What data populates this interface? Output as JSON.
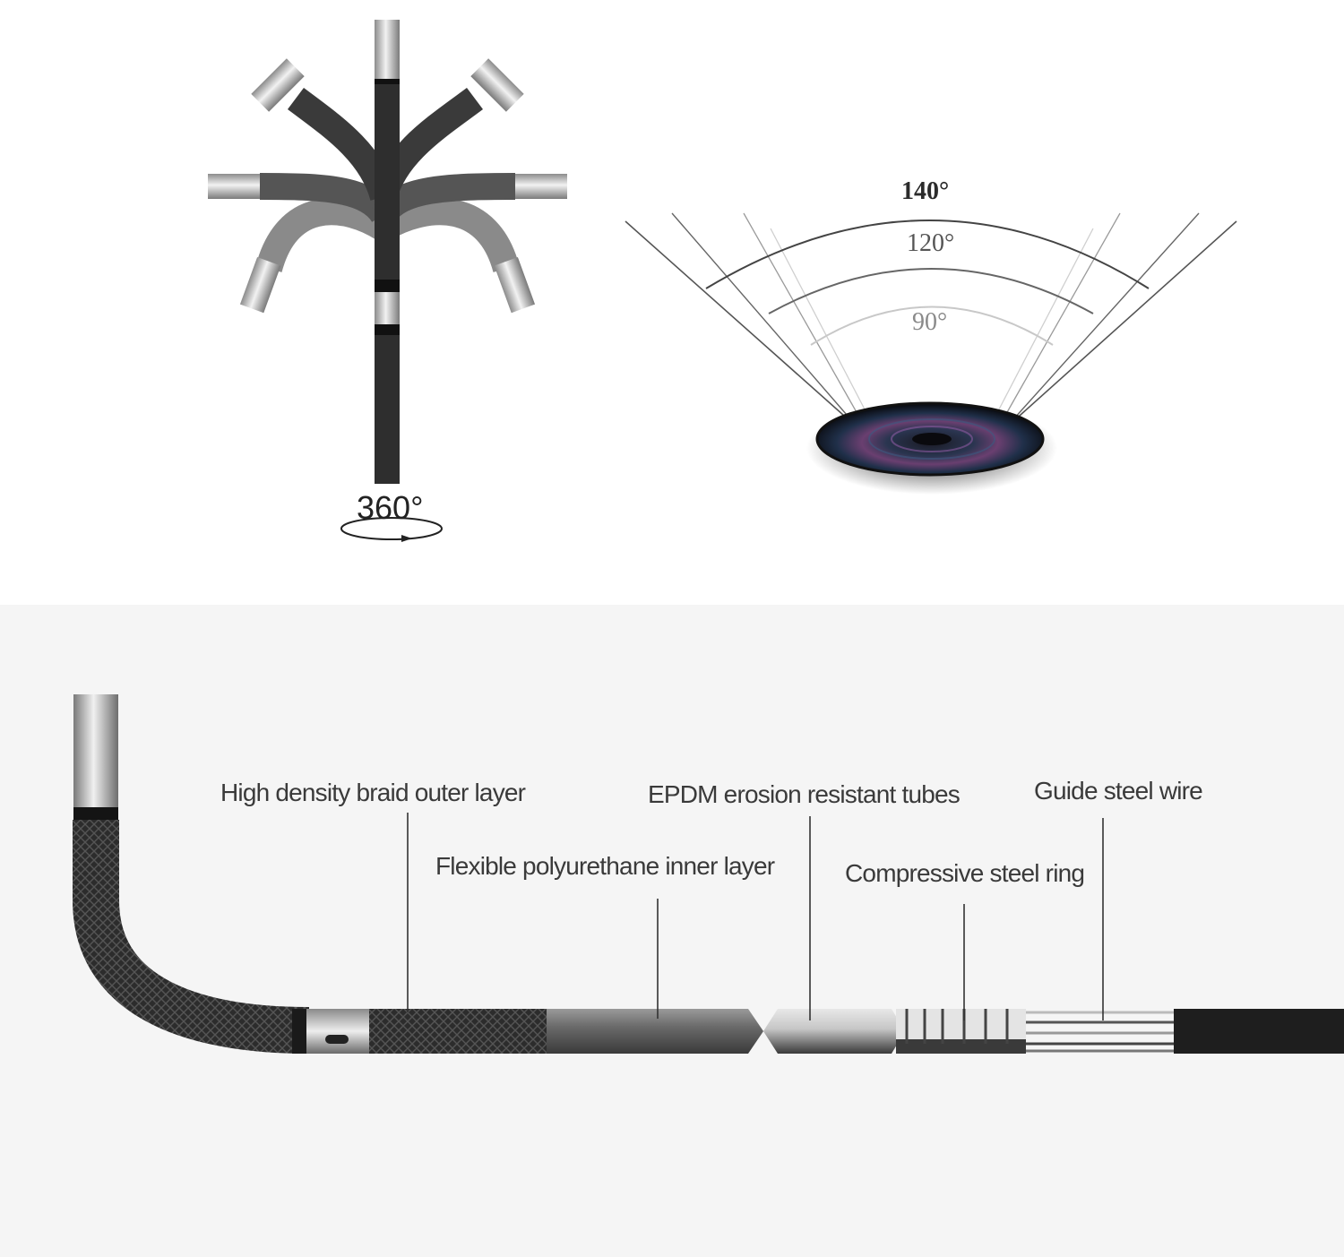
{
  "top": {
    "rotation_label": "360°",
    "angles": [
      {
        "label": "140°",
        "color": "#2b2b2b"
      },
      {
        "label": "120°",
        "color": "#555555"
      },
      {
        "label": "90°",
        "color": "#8a8a8a"
      }
    ]
  },
  "bottom": {
    "labels": {
      "braid": "High density braid outer layer",
      "epdm": "EPDM erosion resistant tubes",
      "guide": "Guide steel wire",
      "polyurethane": "Flexible polyurethane inner layer",
      "ring": "Compressive steel ring"
    }
  },
  "colors": {
    "cable": "#2a2a2a",
    "steel": "#c8c8c8",
    "lens": "#0d0d12"
  }
}
